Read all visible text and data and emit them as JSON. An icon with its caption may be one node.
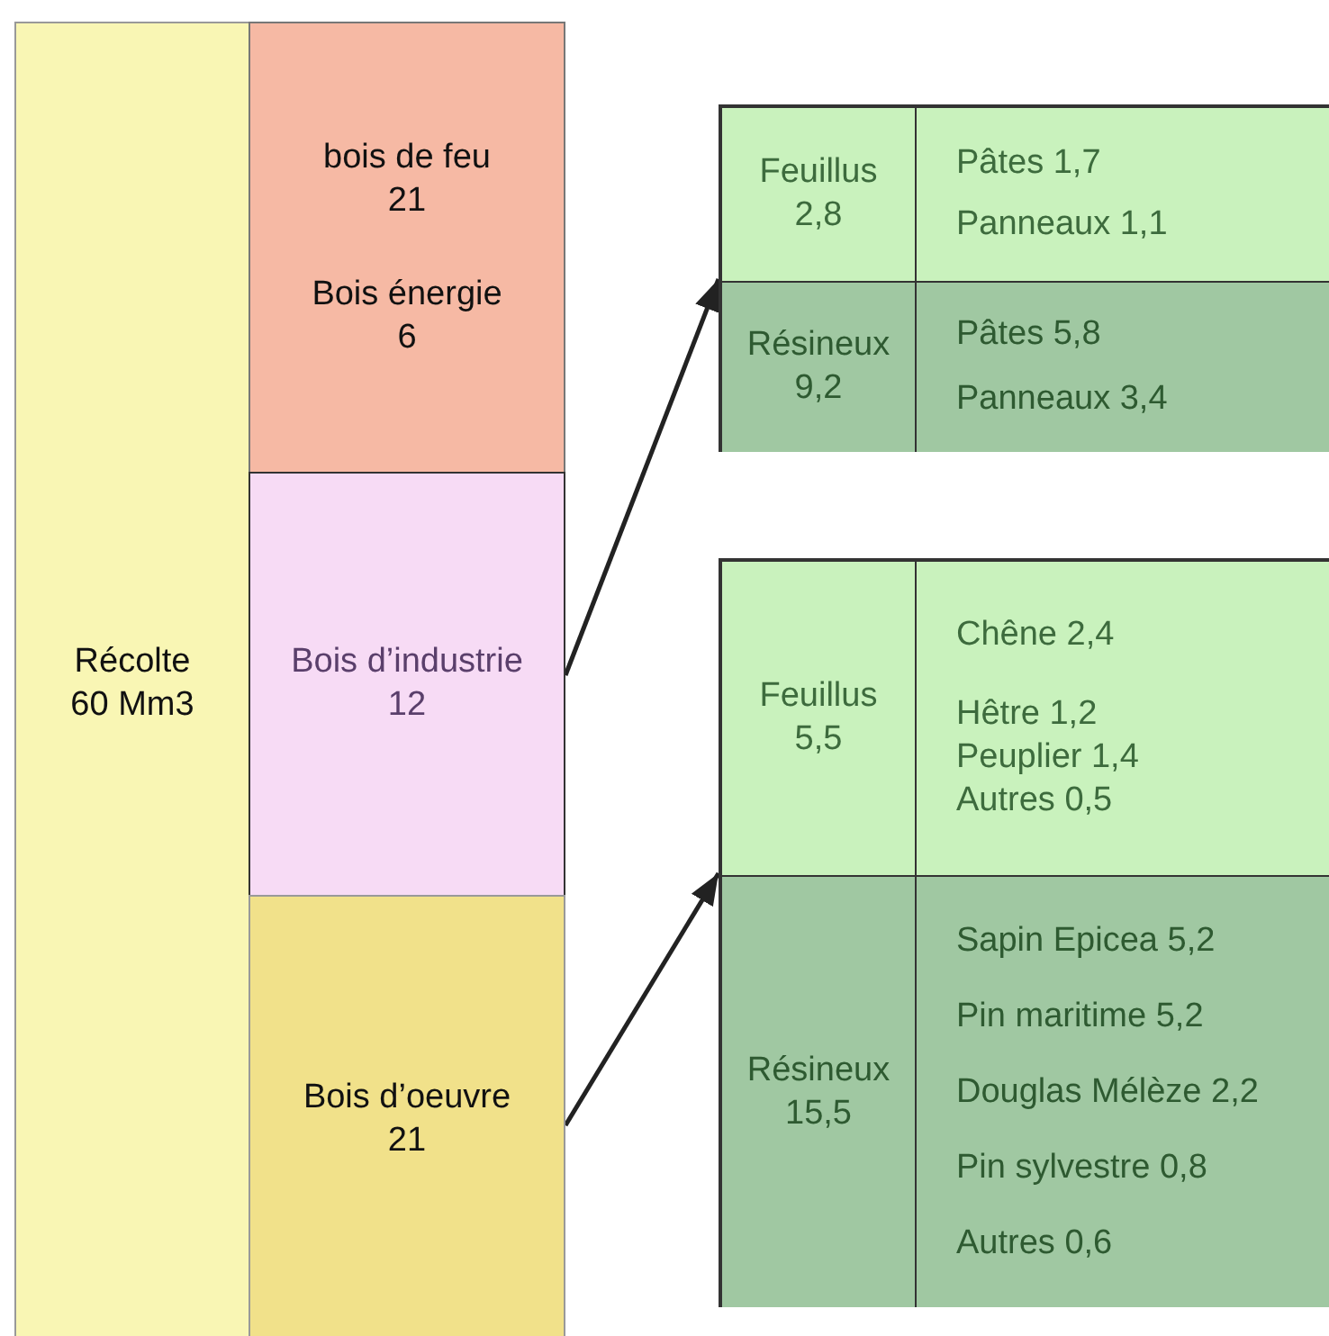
{
  "diagram": {
    "nodes": [
      {
        "text": [
          "Récolte 60 Mm3"
        ]
      },
      {
        "text": [
          "bois de feu 21",
          "Bois énergie 6"
        ]
      },
      {
        "text": [
          "Bois d’industrie 12"
        ]
      },
      {
        "text": [
          "Bois d’oeuvre 21"
        ]
      },
      {
        "text": [],
        "shape": "box"
      },
      {
        "text": [
          "Feuillus 2,8"
        ],
        "in": 4
      },
      {
        "text": [
          "Pâtes 1,7",
          "Panneaux 1,1"
        ],
        "in": 4
      },
      {
        "text": [
          "Résineux 9,2"
        ],
        "in": 4
      },
      {
        "text": [
          "Pâtes 5,8",
          "Panneaux 3,4"
        ],
        "in": 4
      },
      {
        "text": [],
        "shape": "box"
      },
      {
        "text": [
          "Feuillus 5,5"
        ],
        "in": 9
      },
      {
        "text": [
          "Chêne 2,4",
          "Hêtre 1,2",
          "Peuplier 1,4",
          "Autres 0,5"
        ],
        "in": 9
      },
      {
        "text": [
          "Résineux 15,5"
        ],
        "in": 9
      },
      {
        "text": [
          "Sapin Epicea 5,2",
          "Pin maritime 5,2",
          "Douglas Mélèze 2,2",
          "Pin sylvestre 0,8",
          "Autres 0,6"
        ],
        "in": 9
      }
    ],
    "edges": [
      {
        "from": 2,
        "to": 4,
        "arrow": "to"
      },
      {
        "from": 3,
        "to": 9,
        "arrow": "to"
      }
    ]
  }
}
